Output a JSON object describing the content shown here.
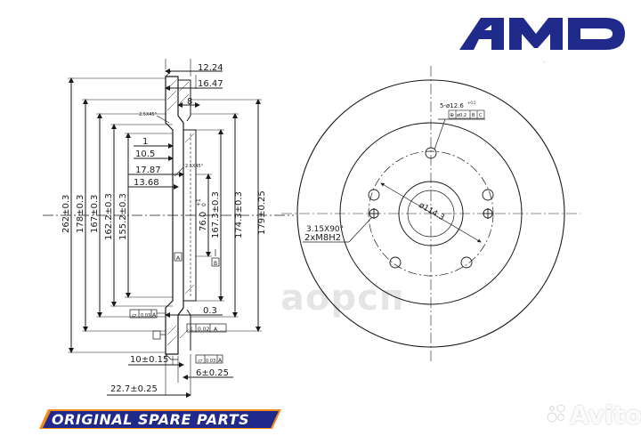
{
  "brand": {
    "logo_text": "AMD",
    "slogan": "ORIGINAL SPARE PARTS",
    "watermark": "аорсп",
    "avito": "Avito",
    "colors": {
      "primary": "#1f2a8a",
      "accent": "#f08a1c",
      "line": "#1a1a1a"
    }
  },
  "side_view": {
    "dims": [
      {
        "id": "d1224",
        "text": "12.24"
      },
      {
        "id": "d1647",
        "text": "16.47"
      },
      {
        "id": "d8",
        "text": "8"
      },
      {
        "id": "d1",
        "text": "1"
      },
      {
        "id": "d105",
        "text": "10.5"
      },
      {
        "id": "d1787",
        "text": "17.87"
      },
      {
        "id": "d1368",
        "text": "13.68"
      },
      {
        "id": "d03",
        "text": "0.3"
      },
      {
        "id": "d10015",
        "text": "10±0.15"
      },
      {
        "id": "d6025",
        "text": "6±0.25"
      },
      {
        "id": "d227025",
        "text": "22.7±0.25"
      },
      {
        "id": "c25x45a",
        "text": "2.5X45°"
      },
      {
        "id": "c25x45b",
        "text": "2.5X45°"
      },
      {
        "id": "d262",
        "text": "262±0.3"
      },
      {
        "id": "d178",
        "text": "178±0.3"
      },
      {
        "id": "d167",
        "text": "167±0.3"
      },
      {
        "id": "d1622",
        "text": "162.2±0.3"
      },
      {
        "id": "d1552",
        "text": "155.2±0.3"
      },
      {
        "id": "d76",
        "text": "76.0"
      },
      {
        "id": "d1673",
        "text": "167.3±0.3"
      },
      {
        "id": "d1743",
        "text": "174.3±0.3"
      },
      {
        "id": "d179",
        "text": "179±0.25"
      },
      {
        "id": "tol11",
        "text": "+1"
      },
      {
        "id": "tol0",
        "text": "0"
      }
    ],
    "tolerance_frames": [
      {
        "id": "tf1",
        "symbol": "▱",
        "value": "0.03",
        "datum": "A"
      },
      {
        "id": "tf2",
        "symbol": "⊥",
        "value": "0.02",
        "datum": "A"
      },
      {
        "id": "tf3",
        "symbol": "▱",
        "value": "0.03",
        "datum": "A"
      }
    ],
    "datum_a": "A",
    "datum_b": "B"
  },
  "front_view": {
    "hole_callout": "5-ø12.6",
    "hole_tol": "+0.5",
    "hole_frame": {
      "symbol": "⊕",
      "value": "ø0.2",
      "datum1": "B",
      "datum2": "C"
    },
    "pcd": "ø114.3",
    "chamfer": "3.15X90°",
    "thread": "2xM8H2"
  }
}
